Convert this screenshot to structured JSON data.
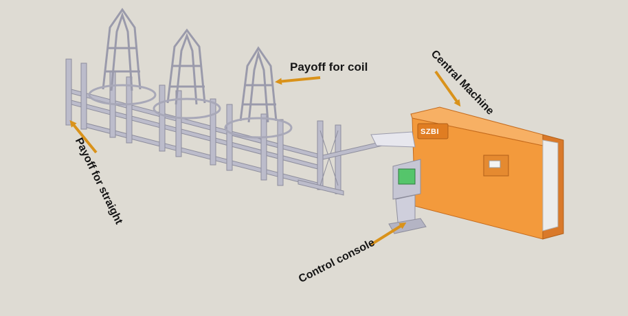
{
  "labels": {
    "payoff_coil": "Payoff for coil",
    "central_machine": "Central Machine",
    "payoff_straight": "Payoff for straight",
    "control_console": "Control console"
  },
  "machine_brand": "SZBI",
  "colors": {
    "background": "#dedbd3",
    "frame": "#b8b8c6",
    "frame_dark": "#8d8d9c",
    "machine_orange": "#f39a3c",
    "machine_orange_dark": "#d9792a",
    "arrow": "#d9921a",
    "console_screen": "#55c56b"
  }
}
